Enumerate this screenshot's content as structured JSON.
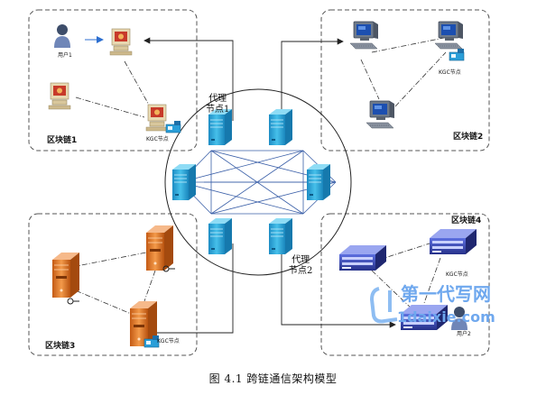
{
  "figure": {
    "caption": "图 4.1  跨链通信架构模型"
  },
  "blockchains": [
    {
      "name": "区块链1"
    },
    {
      "name": "区块链2"
    },
    {
      "name": "区块链3"
    },
    {
      "name": "区块链4"
    }
  ],
  "labels": {
    "user1": "用户1",
    "user2": "用户2",
    "kgc": "KGC节点",
    "proxy1_line1": "代理",
    "proxy1_line2": "节点1",
    "proxy2_line1": "代理",
    "proxy2_line2": "节点2"
  },
  "watermark": {
    "title": "第一代写网",
    "url": "1daixie.com"
  },
  "colors": {
    "proxy_server": "#29a8d8",
    "mesh_line": "#3a5fa8",
    "dashed_border": "#555555",
    "orange_server": "#e07a2a",
    "rack": "#3a4fb8"
  }
}
